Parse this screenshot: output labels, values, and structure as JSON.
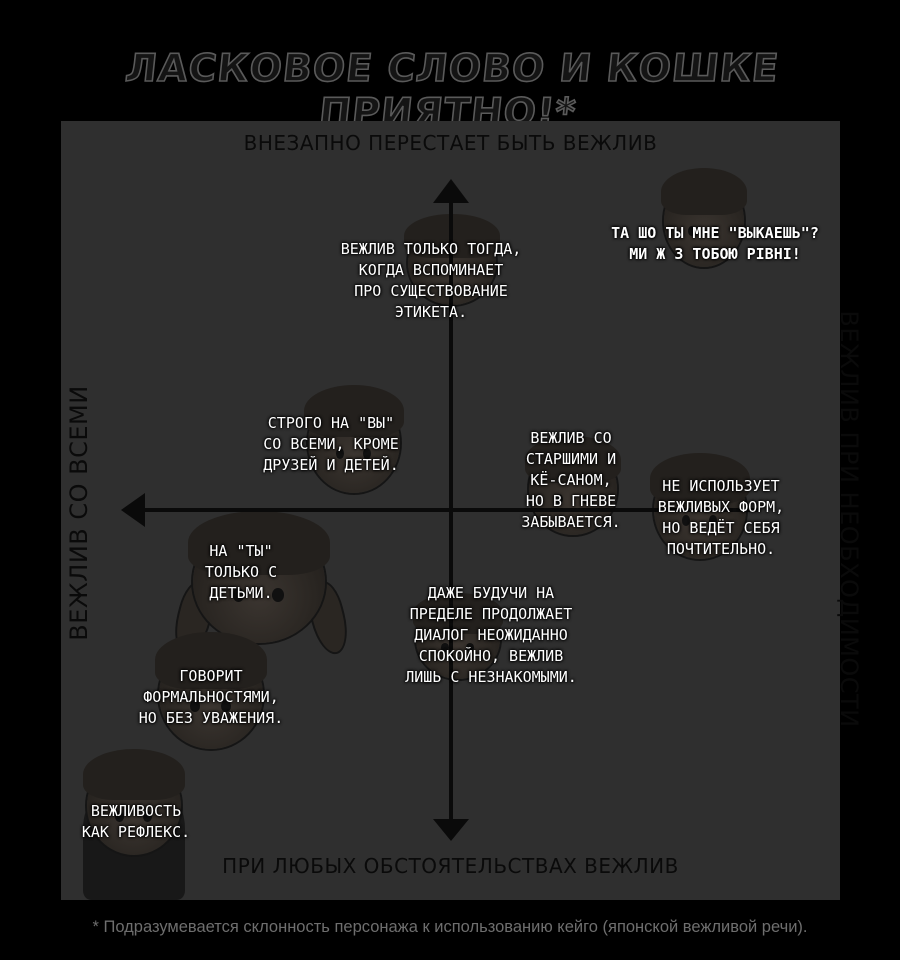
{
  "title": "Ласковое слово и кошке приятно!*",
  "axes": {
    "top": "ВНЕЗАПНО ПЕРЕСТАЕТ БЫТЬ ВЕЖЛИВ",
    "bottom": "ПРИ ЛЮБЫХ ОБСТОЯТЕЛЬСТВАХ ВЕЖЛИВ",
    "left": "ВЕЖЛИВ СО ВСЕМИ",
    "right": "ВЕЖЛИВ ПРИ НЕОБХОДИМОСТИ"
  },
  "notes": {
    "informal": "Та шо ты мне \"выкаешь\"?\nми ж з тобою рівні!",
    "etiquette": "Вежлив только тогда,\nкогда вспоминает\nпро существование\nэтикета.",
    "strict": "Строго на \"вы\"\nсо всеми, кроме\nдрузей и детей.",
    "elders": "Вежлив со\nстаршими и\nкё-саном,\nно в гневе\nзабывается.",
    "no_forms": "Не использует\nвежливых форм,\nно ведёт себя\nпочтительно.",
    "kids": "На \"ты\"\nтолько с\nдетьми.",
    "calm": "Даже будучи на\nпределе продолжает\nдиалог неожиданно\nспокойно, вежлив\nлишь с незнакомыми.",
    "formal": "Говорит\nформальностями,\nно без уважения.",
    "reflex": "Вежливость\nкак рефлекс."
  },
  "footnote": "* Подразумевается склонность персонажа к использованию кейго (японской вежливой речи).",
  "colors": {
    "background": "#000000",
    "panel": "#2f2f2f",
    "axis": "#0a0a0a",
    "note_text": "#ffffff",
    "footnote_text": "#6e6e6e"
  }
}
